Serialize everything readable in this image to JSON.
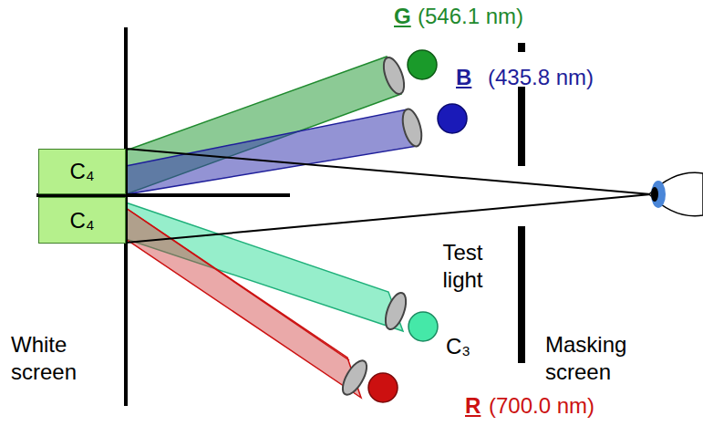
{
  "diagram": {
    "nodes": [
      {
        "text": [
          "C₄"
        ]
      },
      {
        "text": [
          "C₄"
        ]
      }
    ],
    "labels": [
      "G",
      "(546.1 nm)",
      "B",
      "(435.8 nm)",
      "Test light",
      "C₃",
      "R",
      "(700.0 nm)",
      "White screen",
      "Masking screen"
    ]
  }
}
